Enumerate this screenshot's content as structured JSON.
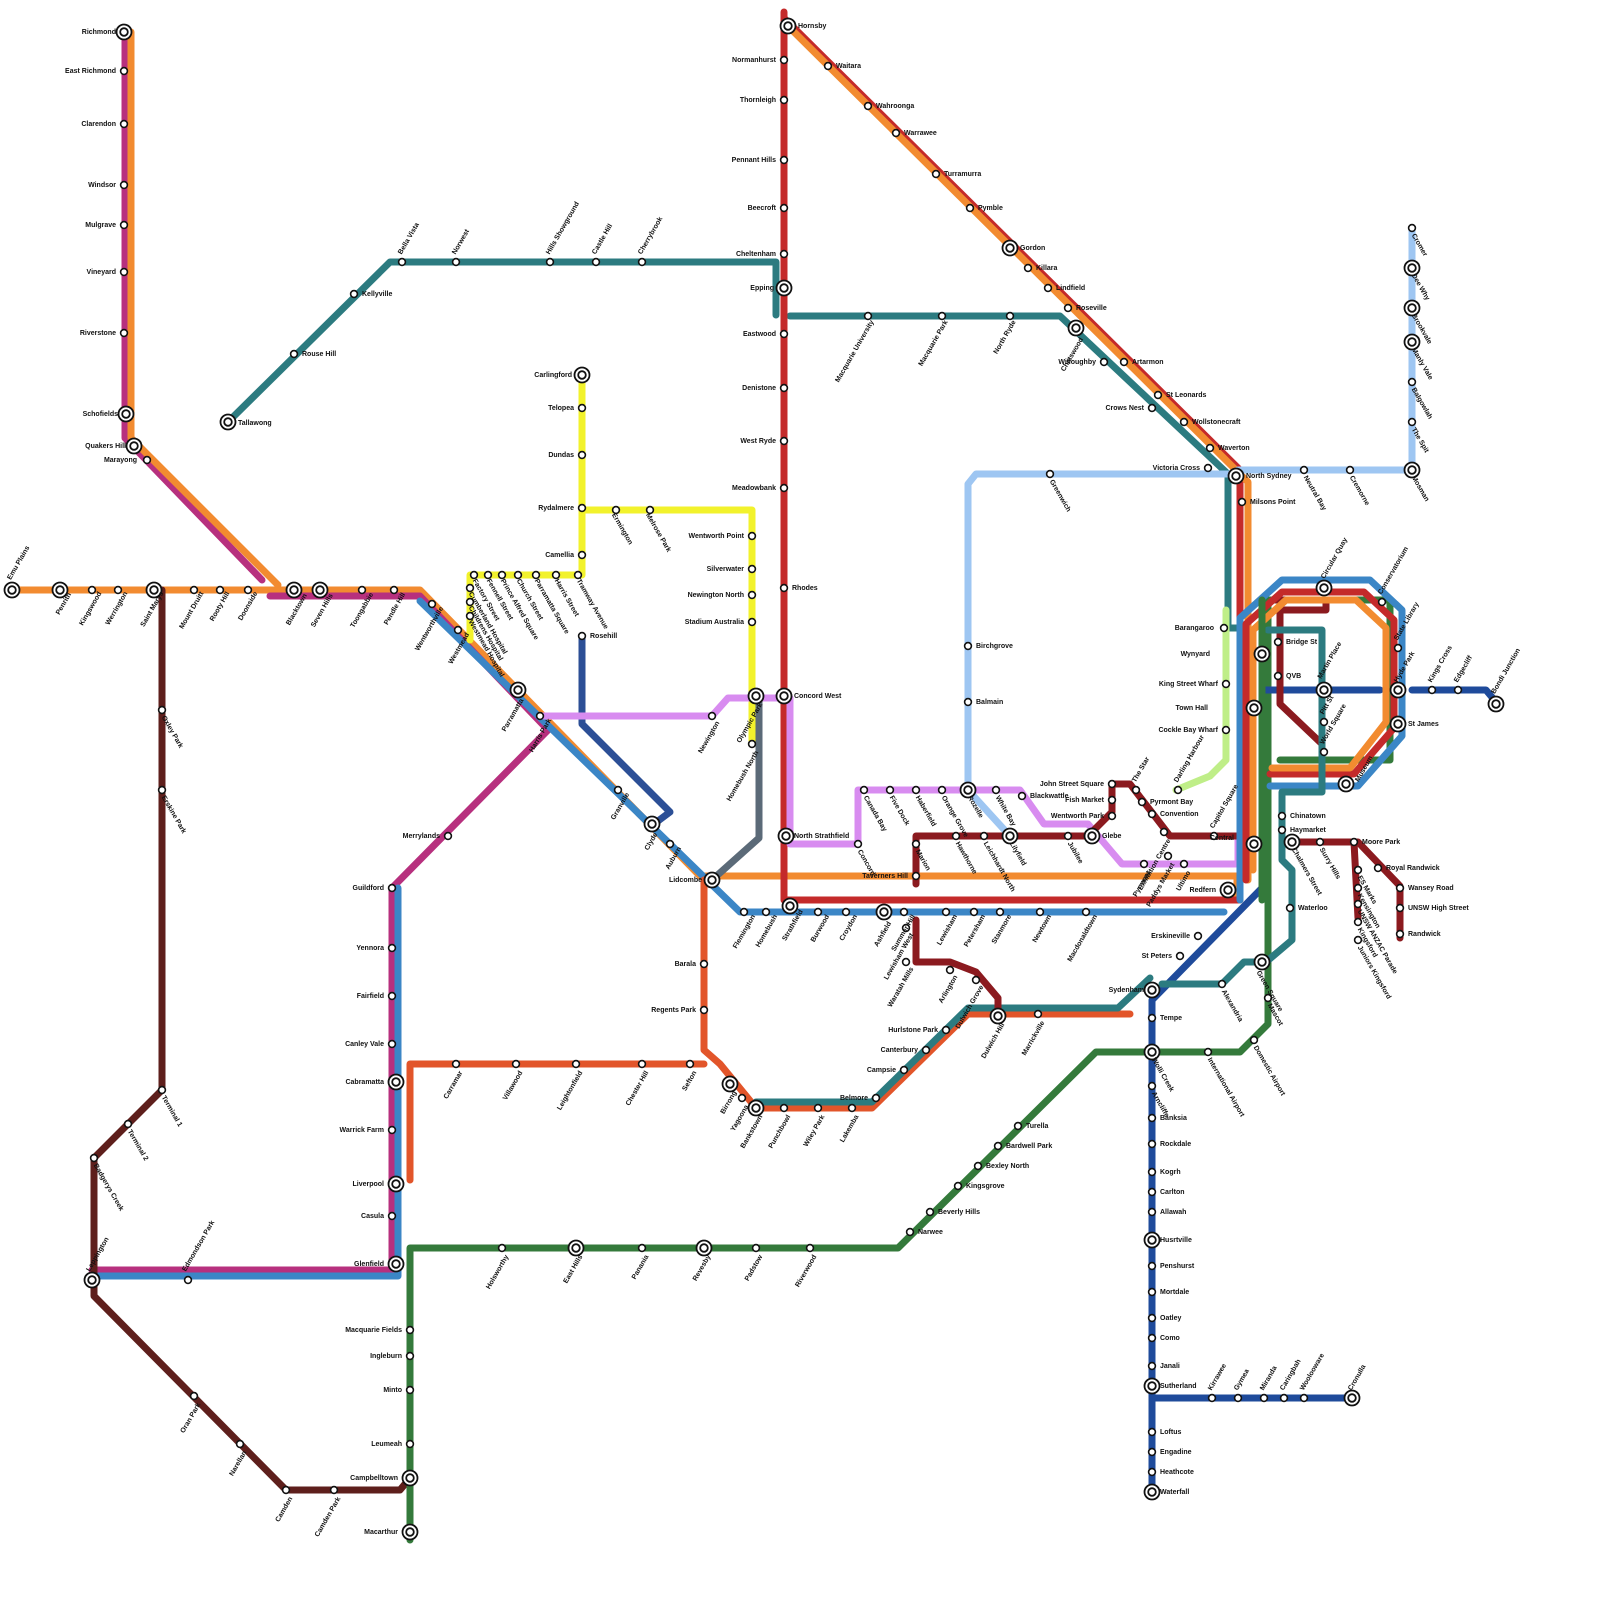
{
  "map": {
    "colors": {
      "orange": "#f28b30",
      "magenta": "#b7307e",
      "blue": "#3b86c6",
      "red": "#c42a2a",
      "teal": "#2c7b80",
      "yellow": "#f2f22c",
      "pink": "#d88cf0",
      "brown": "#5e1f1c",
      "green": "#347a3b",
      "darkblue": "#1f4b9b",
      "lightblue": "#9ec6f2",
      "navy": "#2c4f96",
      "slate": "#5b6a78",
      "vermilion": "#e2552a",
      "maroon": "#8b1a1f",
      "lime": "#bfee88"
    },
    "stations": [
      {
        "name": "Richmond"
      },
      {
        "name": "East Richmond"
      },
      {
        "name": "Clarendon"
      },
      {
        "name": "Windsor"
      },
      {
        "name": "Mulgrave"
      },
      {
        "name": "Vineyard"
      },
      {
        "name": "Riverstone"
      },
      {
        "name": "Schofields"
      },
      {
        "name": "Quakers Hill"
      },
      {
        "name": "Marayong"
      },
      {
        "name": "Emu Plains"
      },
      {
        "name": "Penrith"
      },
      {
        "name": "Kingswood"
      },
      {
        "name": "Werrington"
      },
      {
        "name": "Saint Marys"
      },
      {
        "name": "Mount Druitt"
      },
      {
        "name": "Rooty Hill"
      },
      {
        "name": "Doonside"
      },
      {
        "name": "Blacktown"
      },
      {
        "name": "Seven Hills"
      },
      {
        "name": "Toongabbie"
      },
      {
        "name": "Pendle Hill"
      },
      {
        "name": "Wentworthville"
      },
      {
        "name": "Westmead"
      },
      {
        "name": "Parramatta"
      },
      {
        "name": "Harris Park"
      },
      {
        "name": "Granville"
      },
      {
        "name": "Clyde"
      },
      {
        "name": "Auburn"
      },
      {
        "name": "Lidcombe"
      },
      {
        "name": "Flemington"
      },
      {
        "name": "Homebush"
      },
      {
        "name": "Strathfield"
      },
      {
        "name": "Burwood"
      },
      {
        "name": "Croydon"
      },
      {
        "name": "Ashfield"
      },
      {
        "name": "Summer Hill"
      },
      {
        "name": "Lewisham"
      },
      {
        "name": "Petersham"
      },
      {
        "name": "Stanmore"
      },
      {
        "name": "Newtown"
      },
      {
        "name": "Macdonaldtown"
      },
      {
        "name": "Redfern"
      },
      {
        "name": "Central"
      },
      {
        "name": "Town Hall"
      },
      {
        "name": "Wynyard"
      },
      {
        "name": "Circular Quay"
      },
      {
        "name": "St James"
      },
      {
        "name": "Museum"
      },
      {
        "name": "Tallawong"
      },
      {
        "name": "Rouse Hill"
      },
      {
        "name": "Kellyville"
      },
      {
        "name": "Bella Vista"
      },
      {
        "name": "Norwest"
      },
      {
        "name": "Hills Showground"
      },
      {
        "name": "Castle Hill"
      },
      {
        "name": "Cherrybrook"
      },
      {
        "name": "Epping"
      },
      {
        "name": "Macquarie University"
      },
      {
        "name": "Macquarie Park"
      },
      {
        "name": "North Ryde"
      },
      {
        "name": "Chatswood"
      },
      {
        "name": "Crows Nest"
      },
      {
        "name": "Victoria Cross"
      },
      {
        "name": "Barangaroo"
      },
      {
        "name": "Martin Place"
      },
      {
        "name": "Pitt St"
      },
      {
        "name": "Waterloo"
      },
      {
        "name": "Green Square"
      },
      {
        "name": "Hornsby"
      },
      {
        "name": "Normanhurst"
      },
      {
        "name": "Thornleigh"
      },
      {
        "name": "Pennant Hills"
      },
      {
        "name": "Beecroft"
      },
      {
        "name": "Cheltenham"
      },
      {
        "name": "Eastwood"
      },
      {
        "name": "Denistone"
      },
      {
        "name": "West Ryde"
      },
      {
        "name": "Meadowbank"
      },
      {
        "name": "Rhodes"
      },
      {
        "name": "Concord West"
      },
      {
        "name": "North Strathfield"
      },
      {
        "name": "Waitara"
      },
      {
        "name": "Wahroonga"
      },
      {
        "name": "Warrawee"
      },
      {
        "name": "Turramurra"
      },
      {
        "name": "Pymble"
      },
      {
        "name": "Gordon"
      },
      {
        "name": "Killara"
      },
      {
        "name": "Lindfield"
      },
      {
        "name": "Roseville"
      },
      {
        "name": "Artarmon"
      },
      {
        "name": "St Leonards"
      },
      {
        "name": "Wollstonecraft"
      },
      {
        "name": "Waverton"
      },
      {
        "name": "North Sydney"
      },
      {
        "name": "Milsons Point"
      },
      {
        "name": "Willoughby"
      },
      {
        "name": "Carlingford"
      },
      {
        "name": "Telopea"
      },
      {
        "name": "Dundas"
      },
      {
        "name": "Rydalmere"
      },
      {
        "name": "Camellia"
      },
      {
        "name": "Ermington"
      },
      {
        "name": "Melrose Park"
      },
      {
        "name": "Wentworth Point"
      },
      {
        "name": "Silverwater"
      },
      {
        "name": "Newington North"
      },
      {
        "name": "Stadium Australia"
      },
      {
        "name": "Olympic Park"
      },
      {
        "name": "Homebush North"
      },
      {
        "name": "Newington"
      },
      {
        "name": "Rosehill"
      },
      {
        "name": "Tramway Avenue"
      },
      {
        "name": "Harris Street"
      },
      {
        "name": "Parramatta Square"
      },
      {
        "name": "Church Street"
      },
      {
        "name": "Prince Alfred Square"
      },
      {
        "name": "Fennell Street"
      },
      {
        "name": "Factory Street"
      },
      {
        "name": "Cumberland Hospital"
      },
      {
        "name": "Childrens Hospital"
      },
      {
        "name": "Westmead Hospital"
      },
      {
        "name": "Merrylands"
      },
      {
        "name": "Guildford"
      },
      {
        "name": "Yennora"
      },
      {
        "name": "Fairfield"
      },
      {
        "name": "Canley Vale"
      },
      {
        "name": "Cabramatta"
      },
      {
        "name": "Warrick Farm"
      },
      {
        "name": "Liverpool"
      },
      {
        "name": "Casula"
      },
      {
        "name": "Glenfield"
      },
      {
        "name": "Macquarie Fields"
      },
      {
        "name": "Ingleburn"
      },
      {
        "name": "Minto"
      },
      {
        "name": "Leumeah"
      },
      {
        "name": "Campbelltown"
      },
      {
        "name": "Macarthur"
      },
      {
        "name": "Leppington"
      },
      {
        "name": "Edmondson Park"
      },
      {
        "name": "Oxley Park"
      },
      {
        "name": "Erskine Park"
      },
      {
        "name": "Terminal 1"
      },
      {
        "name": "Terminal 2"
      },
      {
        "name": "Badgerys Creek"
      },
      {
        "name": "Oran Park"
      },
      {
        "name": "Narellan"
      },
      {
        "name": "Camden"
      },
      {
        "name": "Camden Park"
      },
      {
        "name": "Carramar"
      },
      {
        "name": "Villawood"
      },
      {
        "name": "Leightonfield"
      },
      {
        "name": "Chester Hill"
      },
      {
        "name": "Sefton"
      },
      {
        "name": "Birrong"
      },
      {
        "name": "Yagoona"
      },
      {
        "name": "Bankstown"
      },
      {
        "name": "Punchbowl"
      },
      {
        "name": "Wiley Park"
      },
      {
        "name": "Lakemba"
      },
      {
        "name": "Belmore"
      },
      {
        "name": "Campsie"
      },
      {
        "name": "Canterbury"
      },
      {
        "name": "Hurlstone Park"
      },
      {
        "name": "Dulwich Hill"
      },
      {
        "name": "Marrickville"
      },
      {
        "name": "Sydenham"
      },
      {
        "name": "St Peters"
      },
      {
        "name": "Erskineville"
      },
      {
        "name": "Barala"
      },
      {
        "name": "Regents Park"
      },
      {
        "name": "Holsworthy"
      },
      {
        "name": "East Hills"
      },
      {
        "name": "Panania"
      },
      {
        "name": "Revesby"
      },
      {
        "name": "Padstow"
      },
      {
        "name": "Riverwood"
      },
      {
        "name": "Narwee"
      },
      {
        "name": "Beverly Hills"
      },
      {
        "name": "Kingsgrove"
      },
      {
        "name": "Bexley North"
      },
      {
        "name": "Bardwell Park"
      },
      {
        "name": "Turella"
      },
      {
        "name": "Wolli Creek"
      },
      {
        "name": "International Airport"
      },
      {
        "name": "Domestic Airport"
      },
      {
        "name": "Mascot"
      },
      {
        "name": "Alexandria"
      },
      {
        "name": "Tempe"
      },
      {
        "name": "Arncliffe"
      },
      {
        "name": "Banksia"
      },
      {
        "name": "Rockdale"
      },
      {
        "name": "Kogrh"
      },
      {
        "name": "Carlton"
      },
      {
        "name": "Allawah"
      },
      {
        "name": "Husrtville"
      },
      {
        "name": "Penshurst"
      },
      {
        "name": "Mortdale"
      },
      {
        "name": "Oatley"
      },
      {
        "name": "Como"
      },
      {
        "name": "Janali"
      },
      {
        "name": "Sutherland"
      },
      {
        "name": "Kirrawee"
      },
      {
        "name": "Gymea"
      },
      {
        "name": "Miranda"
      },
      {
        "name": "Caringbah"
      },
      {
        "name": "Woolooware"
      },
      {
        "name": "Cronulla"
      },
      {
        "name": "Loftus"
      },
      {
        "name": "Engadine"
      },
      {
        "name": "Heathcote"
      },
      {
        "name": "Waterfall"
      },
      {
        "name": "Kings Cross"
      },
      {
        "name": "Edgecliff"
      },
      {
        "name": "Bondi Junction"
      },
      {
        "name": "Cromer"
      },
      {
        "name": "Dee Why"
      },
      {
        "name": "Brookvale"
      },
      {
        "name": "Manly Vale"
      },
      {
        "name": "Balgowlah"
      },
      {
        "name": "The Spit"
      },
      {
        "name": "Mosman"
      },
      {
        "name": "Cremorne"
      },
      {
        "name": "Neutral Bay"
      },
      {
        "name": "Greenwich"
      },
      {
        "name": "Birchgrove"
      },
      {
        "name": "Balmain"
      },
      {
        "name": "Rozelle"
      },
      {
        "name": "White Bay"
      },
      {
        "name": "Blackwattle"
      },
      {
        "name": "Jubilee"
      },
      {
        "name": "Exhibition Centre"
      },
      {
        "name": "Paddys Market"
      },
      {
        "name": "Ultimo"
      },
      {
        "name": "Pyrmont"
      },
      {
        "name": "Canada Bay"
      },
      {
        "name": "Five Dock"
      },
      {
        "name": "Haberfield"
      },
      {
        "name": "Orange Grove"
      },
      {
        "name": "Concord"
      },
      {
        "name": "Lilyfield"
      },
      {
        "name": "Leichhardt North"
      },
      {
        "name": "Hawthorne"
      },
      {
        "name": "Marion"
      },
      {
        "name": "Taverners Hill"
      },
      {
        "name": "Lewisham West"
      },
      {
        "name": "Waratah Mills"
      },
      {
        "name": "Arlington"
      },
      {
        "name": "Dulwich Grove"
      },
      {
        "name": "Glebe"
      },
      {
        "name": "Wentworth Park"
      },
      {
        "name": "Fish Market"
      },
      {
        "name": "John Street Square"
      },
      {
        "name": "The Star"
      },
      {
        "name": "Pyrmont Bay"
      },
      {
        "name": "Convention"
      },
      {
        "name": "Capitol Square"
      },
      {
        "name": "Chinatown"
      },
      {
        "name": "Haymarket"
      },
      {
        "name": "QVB"
      },
      {
        "name": "Bridge St"
      },
      {
        "name": "Chalmers Street"
      },
      {
        "name": "Surry Hills"
      },
      {
        "name": "Moore Park"
      },
      {
        "name": "Royal Randwick"
      },
      {
        "name": "Wansey Road"
      },
      {
        "name": "UNSW High Street"
      },
      {
        "name": "Randwick"
      },
      {
        "name": "ES Marks"
      },
      {
        "name": "Kensington"
      },
      {
        "name": "UNSW ANZAC Parade"
      },
      {
        "name": "Kingsford"
      },
      {
        "name": "Juniors Kingsford"
      },
      {
        "name": "King Street Wharf"
      },
      {
        "name": "Cockle Bay Wharf"
      },
      {
        "name": "Darling Harbour"
      },
      {
        "name": "Hyde Park"
      },
      {
        "name": "State Library"
      },
      {
        "name": "Conservatorium"
      },
      {
        "name": "World Square"
      }
    ]
  }
}
